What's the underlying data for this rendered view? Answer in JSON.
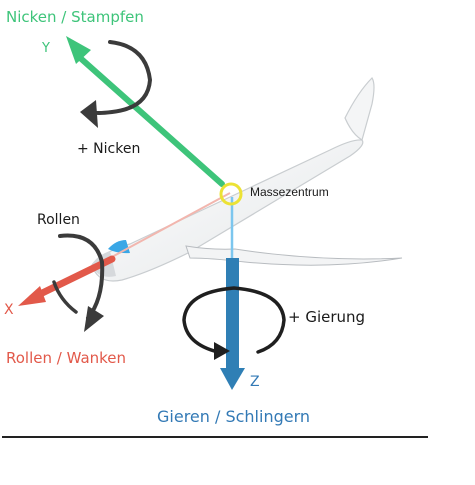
{
  "axes": {
    "y": {
      "letter": "Y",
      "title": "Nicken / Stampfen",
      "rotation_label": "+ Nicken",
      "color": "#3ec47a"
    },
    "x": {
      "letter": "X",
      "title": "Rollen / Wanken",
      "rotation_label": "Rollen",
      "color": "#e2594a"
    },
    "z": {
      "letter": "Z",
      "title": "Gieren / Schlingern",
      "rotation_label": "+ Gierung",
      "color": "#2f7fb5"
    }
  },
  "center_of_mass": {
    "label": "Massezentrum",
    "color": "#ece235"
  }
}
